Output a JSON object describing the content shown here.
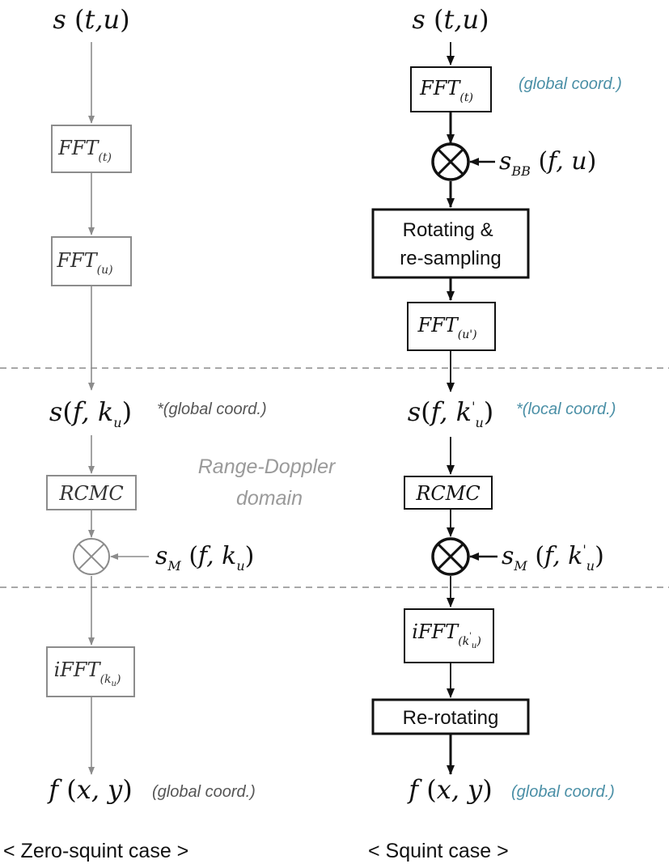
{
  "colors": {
    "gray": "#8c8c8c",
    "gray_text": "#555555",
    "black": "#111111",
    "teal": "#4a8fa6",
    "domain_label": "#9a9a9a",
    "dash": "#8c8c8c"
  },
  "left": {
    "input": {
      "main": "s",
      "args": "t,u"
    },
    "fft_t": {
      "main": "FFT",
      "sub": "(t)"
    },
    "fft_u": {
      "main": "FFT",
      "sub": "(u)"
    },
    "signal": {
      "main": "s",
      "args": "f, k",
      "args_sub": "u"
    },
    "signal_note": "*(global coord.)",
    "rcmc": "RCMC",
    "mult_input": {
      "main": "s",
      "main_sub": "M",
      "args": "f, k",
      "args_sub": "u"
    },
    "ifft": {
      "main": "iFFT",
      "sub": "(k",
      "sub_sub": "u",
      "sub_close": ")"
    },
    "output": {
      "main": "f",
      "args": "x, y"
    },
    "output_note": "(global coord.)",
    "caption": "< Zero-squint case >"
  },
  "right": {
    "input": {
      "main": "s",
      "args": "t,u"
    },
    "fft_t": {
      "main": "FFT",
      "sub": "(t)"
    },
    "fft_t_note": "(global coord.)",
    "mult1_input": {
      "main": "s",
      "main_sub": "BB",
      "args": "f, u"
    },
    "rotate": [
      "Rotating &",
      "re-sampling"
    ],
    "fft_u": {
      "main": "FFT",
      "sub": "(u')"
    },
    "signal": {
      "main": "s",
      "args": "f, k",
      "args_sup": "'",
      "args_sub": "u"
    },
    "signal_note": "*(local coord.)",
    "rcmc": "RCMC",
    "mult2_input": {
      "main": "s",
      "main_sub": "M",
      "args": "f, k",
      "args_sup": "'",
      "args_sub": "u"
    },
    "ifft": {
      "main": "iFFT",
      "sub": "(k",
      "sub_sup": "'",
      "sub_sub": "u",
      "sub_close": ")"
    },
    "rerotate": "Re-rotating",
    "output": {
      "main": "f",
      "args": "x, y"
    },
    "output_note": "(global coord.)",
    "caption": "< Squint case >"
  },
  "domain_label": [
    "Range-Doppler",
    "domain"
  ]
}
